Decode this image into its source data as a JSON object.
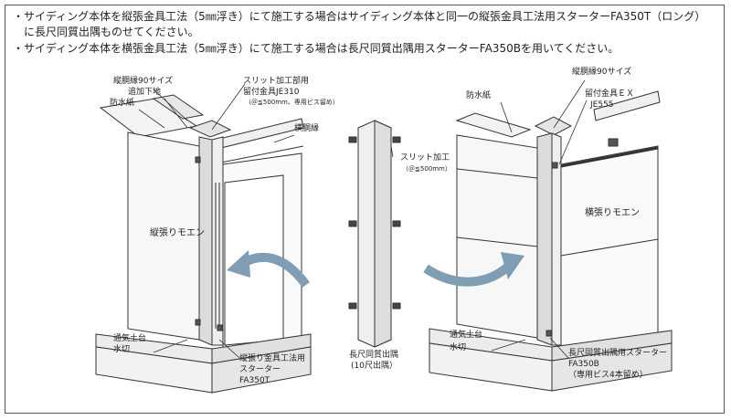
{
  "notes": [
    "・サイディング本体を縦張金具工法（5㎜浮き）にて施工する場合はサイディング本体と同一の縦張金具工法用スターターFA350T（ロング）",
    "　に長尺同質出隅ものせてください。",
    "・サイディング本体を横張金具工法（5㎜浮き）にて施工する場合は長尺同質出隅用スターターFA350Bを用いてください。"
  ],
  "left": {
    "vertical_furring": "縦胴縁90サイズ",
    "extra_base": "追加下地",
    "waterproof_paper": "防水紙",
    "slit_fitting_1": "スリット加工部用",
    "slit_fitting_2": "留付金具JE310",
    "slit_fitting_3": "（＠≦500mm、専用ビス留め）",
    "horizontal_furring": "横胴縁",
    "siding": "縦張りモエン",
    "sill_1": "通気土台",
    "sill_2": "水切",
    "starter_1": "縦張り金具工法用",
    "starter_2": "スターター",
    "starter_3": "FA350T"
  },
  "center": {
    "slit_1": "スリット加工",
    "slit_2": "（＠≦500mm）",
    "corner_1": "長尺同質出隅",
    "corner_2": "(10尺出隅）"
  },
  "right": {
    "vertical_furring": "縦胴縁90サイズ",
    "waterproof_paper": "防水紙",
    "fitting_1": "留付金具ＥＸ",
    "fitting_2": "JE555",
    "siding": "横張りモエン",
    "sill_1": "通気土台",
    "sill_2": "水切",
    "starter_1": "長尺同質出隅用スターター",
    "starter_2": "FA350B",
    "starter_3": "（専用ビス4本留め）"
  },
  "colors": {
    "arrow": "#7f9db3",
    "line": "#333333",
    "fill_light": "#f4f4f4",
    "fill_mid": "#dcdcdc"
  }
}
